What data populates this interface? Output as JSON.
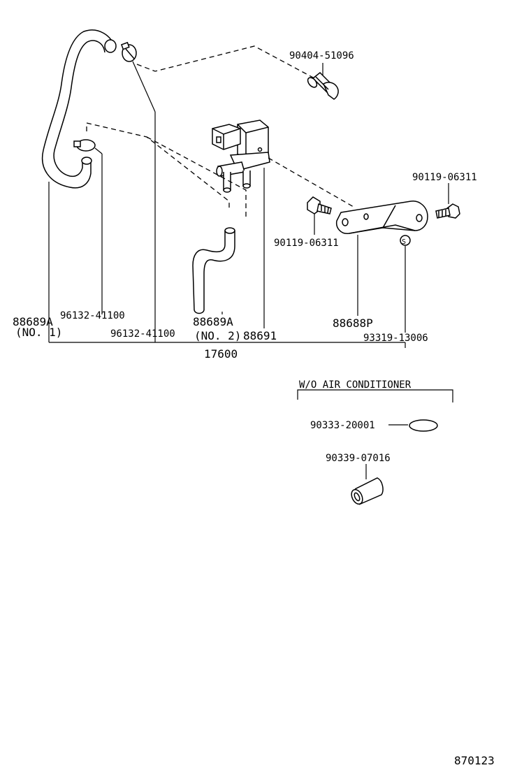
{
  "labels": {
    "p90404": "90404-51096",
    "p90119_right": "90119-06311",
    "p90119_left": "90119-06311",
    "p88689A_no1": "88689A",
    "p88689A_no1_sub": "(NO. 1)",
    "p96132_upper": "96132-41100",
    "p96132_lower": "96132-41100",
    "p88689A_no2": "88689A",
    "p88689A_no2_sub": "(NO. 2)",
    "p88691": "88691",
    "p88688P": "88688P",
    "p93319": "93319-13006",
    "p17600": "17600",
    "wo_ac": "W/O AIR CONDITIONER",
    "p90333": "90333-20001",
    "p90339": "90339-07016",
    "diagram_no": "870123"
  }
}
